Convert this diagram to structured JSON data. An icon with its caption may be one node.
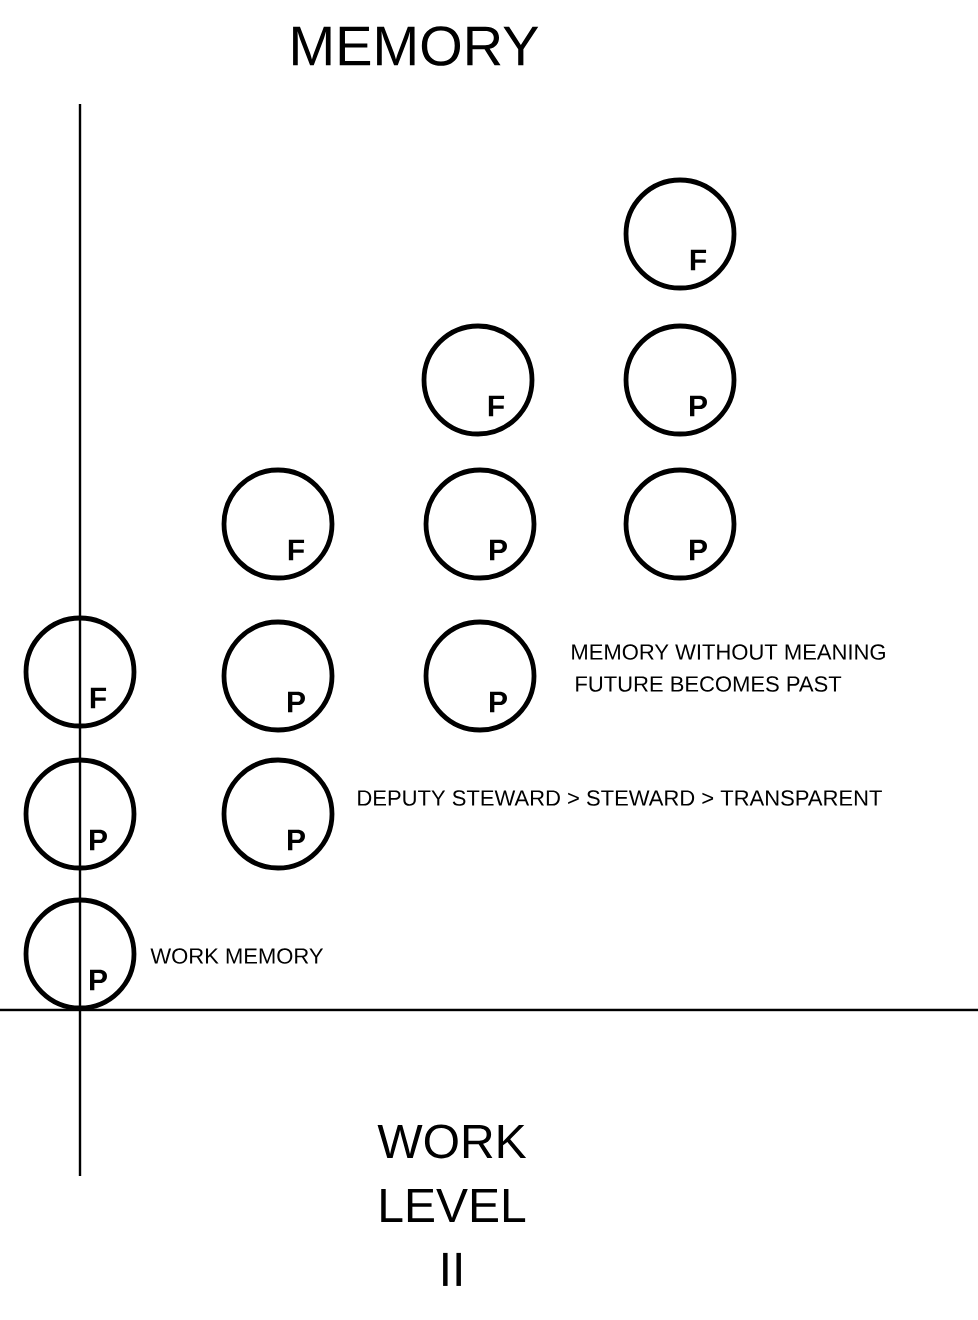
{
  "diagram": {
    "title": "MEMORY",
    "caption": "WORK LEVEL II",
    "nodes": [
      {
        "text": [
          "F"
        ]
      },
      {
        "text": [
          "F"
        ]
      },
      {
        "text": [
          "P"
        ]
      },
      {
        "text": [
          "F"
        ]
      },
      {
        "text": [
          "P"
        ]
      },
      {
        "text": [
          "P"
        ]
      },
      {
        "text": [
          "F"
        ]
      },
      {
        "text": [
          "P"
        ]
      },
      {
        "text": [
          "P"
        ],
        "beside": [
          "MEMORY WITHOUT MEANING",
          "FUTURE BECOMES PAST"
        ]
      },
      {
        "text": [
          "P"
        ]
      },
      {
        "text": [
          "P"
        ],
        "beside": [
          "DEPUTY STEWARD > STEWARD > TRANSPARENT"
        ]
      },
      {
        "text": [
          "P"
        ],
        "beside": [
          "WORK MEMORY"
        ]
      }
    ]
  }
}
